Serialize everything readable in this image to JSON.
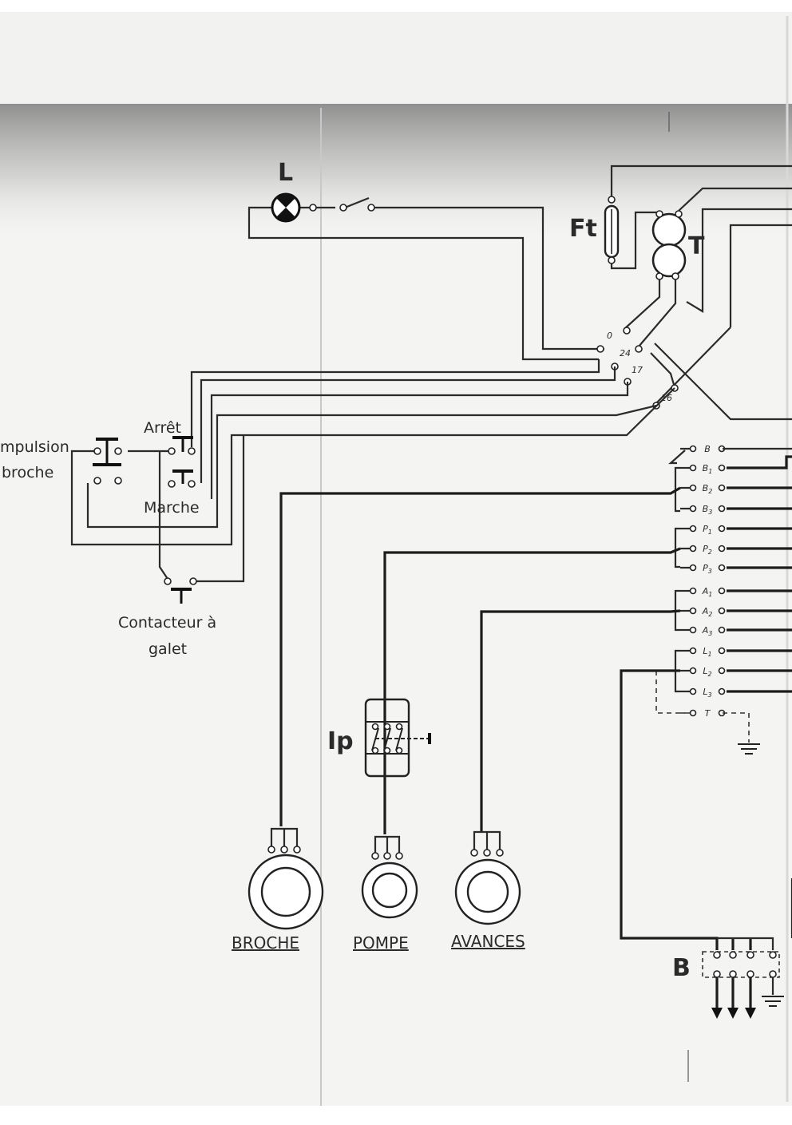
{
  "labels": {
    "L": "L",
    "Ft": "Ft",
    "T": "T",
    "arret": "Arrêt",
    "marche": "Marche",
    "impulsion_line1": "mpulsion",
    "impulsion_line2": "broche",
    "contacteur_line1": "Contacteur à",
    "contacteur_line2": "galet",
    "Ip": "Ip",
    "B_socket": "B"
  },
  "transformer_taps": [
    "0",
    "24",
    "17",
    "16"
  ],
  "terminal_block": [
    "B",
    "B1",
    "B2",
    "B3",
    "P1",
    "P2",
    "P3",
    "A1",
    "A2",
    "A3",
    "L1",
    "L2",
    "L3",
    "T"
  ],
  "motors": {
    "broche": "BROCHE",
    "pompe": "POMPE",
    "avances": "AVANCES"
  },
  "colors": {
    "paper": "#f4f4f2",
    "ink": "#2b2b2b",
    "stain": "#8a8a8a"
  }
}
